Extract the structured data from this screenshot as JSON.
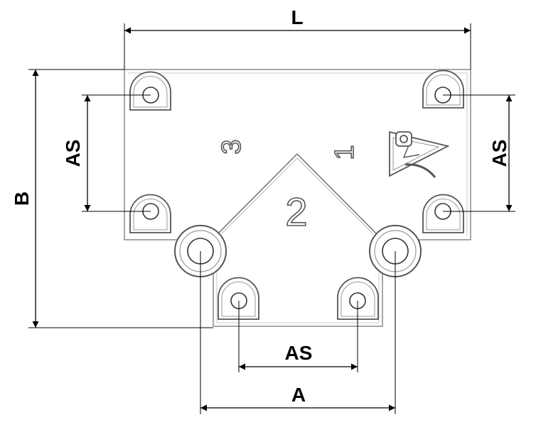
{
  "dimensions": {
    "length_label": "L",
    "width_label": "B",
    "spacing_left_label": "AS",
    "spacing_right_label": "AS",
    "spacing_bottom_label": "AS",
    "port_spacing_label": "A"
  },
  "engravings": {
    "port_1": "1",
    "port_2": "2",
    "port_3": "3"
  },
  "colors": {
    "line": "#000000",
    "outline": "#7a7a7a",
    "fill": "#ffffff"
  }
}
